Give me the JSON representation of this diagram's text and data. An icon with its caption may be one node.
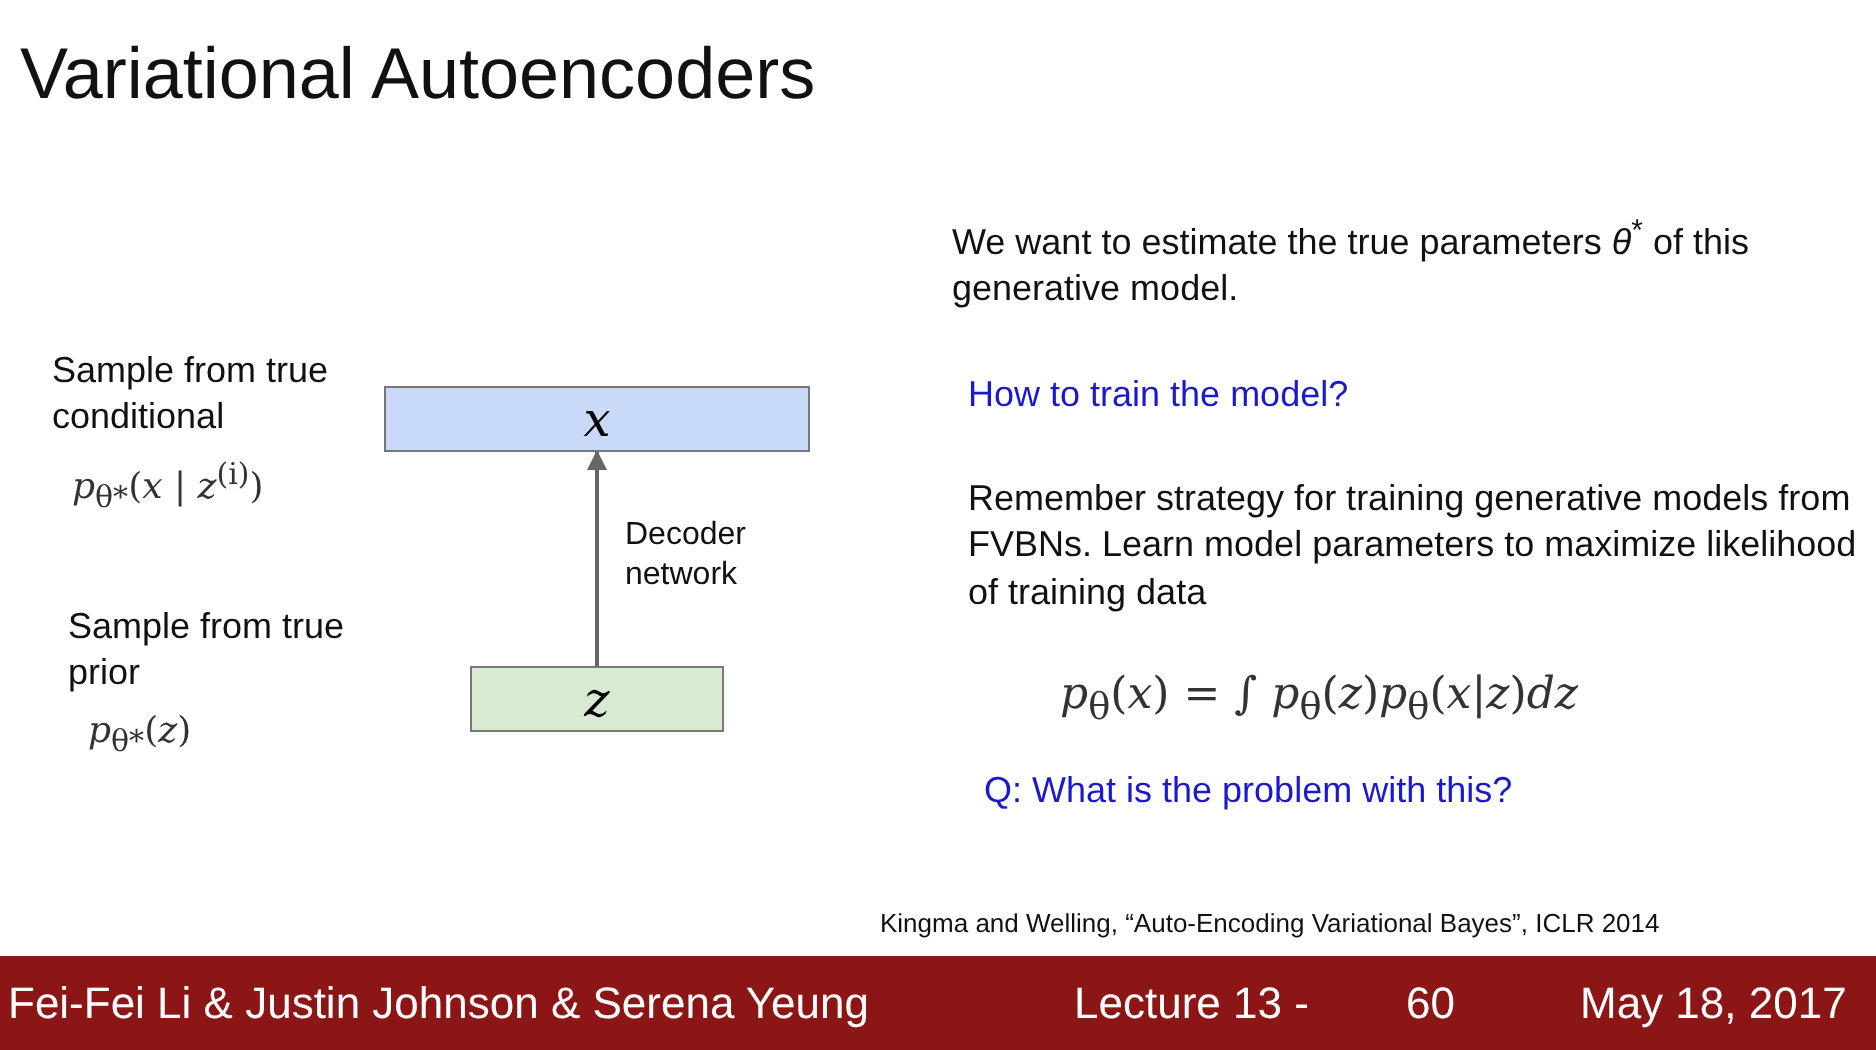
{
  "diagram": {
    "title": "Variational Autoencoders",
    "nodes": [
      {
        "text": [
          "x"
        ]
      },
      {
        "text": [
          "z"
        ]
      }
    ],
    "edges": [
      {
        "from": 1,
        "to": 0,
        "arrow": "to",
        "label": "Decoder network"
      }
    ],
    "labels": [
      "We want to estimate the true parameters *θ*$^{*}$ of this generative model.",
      "Sample from true conditional",
      "*p*$_{θ*}$(*x* | *z*$^{(i)}$)",
      "How to train the model?",
      "Remember strategy for training generative models from FVBNs. Learn model parameters to maximize likelihood of training data",
      "Sample from true prior",
      "*p*$_{θ*}$(*z*)",
      "*p*$_{θ}$(*x*) = ∫ *p*$_{θ}$(*z*)*p*$_{θ}$(*x*|*z*)*dz*",
      "Q: What is the problem with this?",
      "Kingma and Welling, “Auto-Encoding Variational Bayes”, ICLR 2014",
      "Fei-Fei Li & Justin Johnson & Serena Yeung",
      "Lecture 13 -",
      "60",
      "May 18, 2017"
    ]
  }
}
